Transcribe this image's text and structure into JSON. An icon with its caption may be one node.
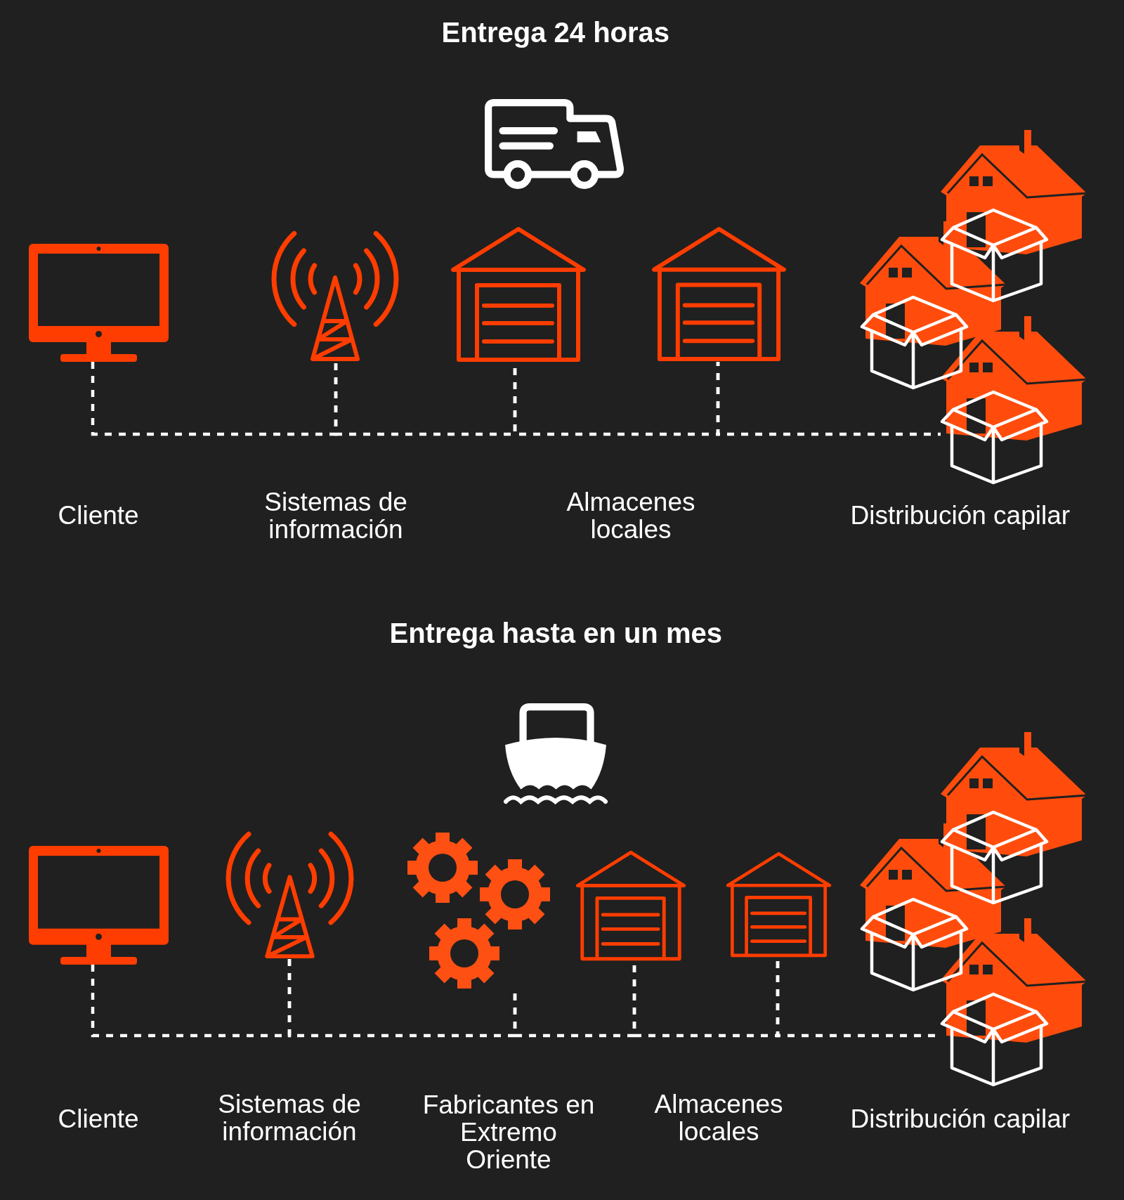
{
  "diagram": {
    "nodes": [
      {
        "text": [],
        "shape": "picture"
      },
      {
        "text": [],
        "shape": "picture"
      },
      {
        "text": [],
        "shape": "picture"
      },
      {
        "text": [],
        "shape": "picture"
      },
      {
        "text": [],
        "shape": "picture"
      },
      {
        "text": [],
        "shape": "picture"
      },
      {
        "text": [],
        "shape": "picture"
      },
      {
        "text": [],
        "shape": "picture"
      },
      {
        "text": [],
        "shape": "picture"
      },
      {
        "text": [],
        "shape": "picture"
      },
      {
        "text": [],
        "shape": "picture"
      }
    ],
    "edges": [
      {
        "from": 0,
        "to": 1,
        "arrow": "none",
        "style": "dashed"
      },
      {
        "from": 1,
        "to": 2,
        "arrow": "none",
        "style": "dashed"
      },
      {
        "from": 2,
        "to": 3,
        "arrow": "none",
        "style": "dashed"
      },
      {
        "from": 3,
        "to": 4,
        "arrow": "none",
        "style": "dashed"
      },
      {
        "from": 5,
        "to": 6,
        "arrow": "none",
        "style": "dashed"
      },
      {
        "from": 6,
        "to": 7,
        "arrow": "none",
        "style": "dashed"
      },
      {
        "from": 7,
        "to": 8,
        "arrow": "none",
        "style": "dashed"
      },
      {
        "from": 8,
        "to": 9,
        "arrow": "none",
        "style": "dashed"
      },
      {
        "from": 9,
        "to": 10,
        "arrow": "none",
        "style": "dashed"
      }
    ],
    "labels": [
      "Entrega 24 horas",
      "Cliente",
      "Sistemas de información",
      "Almacenes locales",
      "Distribución capilar",
      "Entrega hasta en un mes",
      "Cliente",
      "Sistemas de información",
      "Fabricantes en Extremo Oriente",
      "Almacenes locales",
      "Distribución capilar"
    ]
  }
}
